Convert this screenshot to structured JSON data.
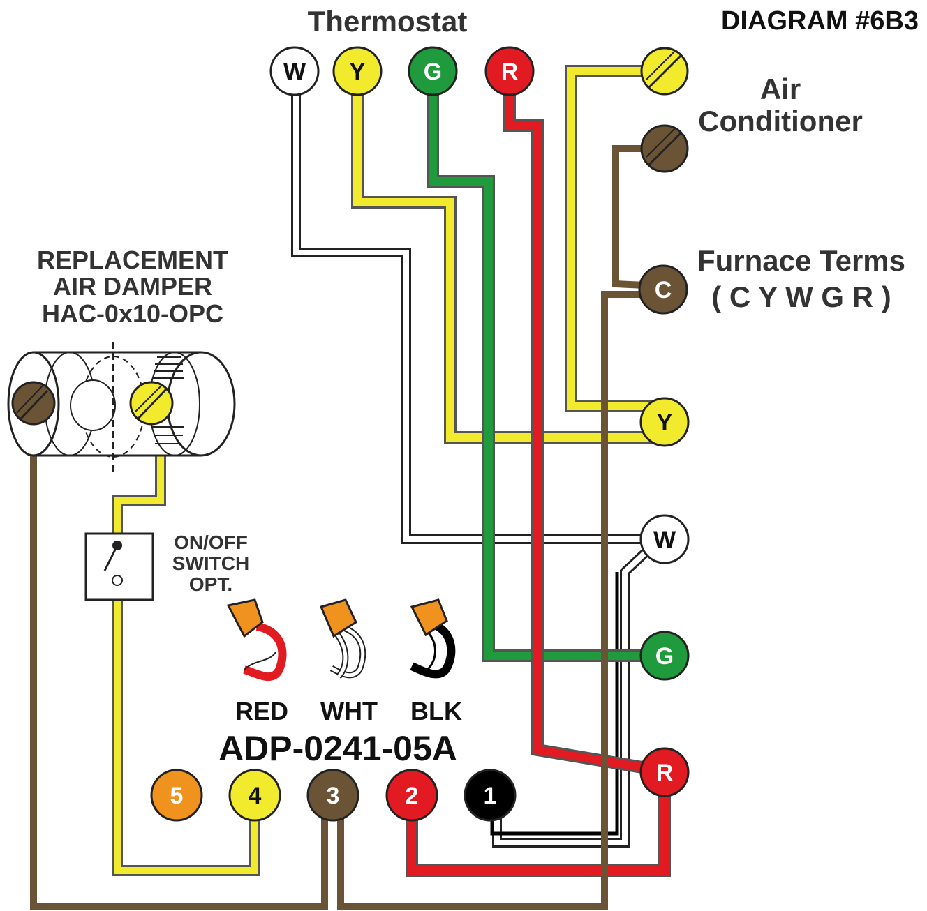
{
  "diagram_id": "DIAGRAM #6B3",
  "thermostat": {
    "title": "Thermostat",
    "terminals": [
      {
        "label": "W",
        "fill": "#ffffff",
        "text": "#111111"
      },
      {
        "label": "Y",
        "fill": "#f2ea2c",
        "text": "#111111"
      },
      {
        "label": "G",
        "fill": "#1f9a3c",
        "text": "#ffffff"
      },
      {
        "label": "R",
        "fill": "#e21b23",
        "text": "#ffffff"
      }
    ]
  },
  "air_conditioner": {
    "line1": "Air",
    "line2": "Conditioner"
  },
  "furnace": {
    "title": "Furnace Terms",
    "subtitle": "( C Y W G R )",
    "terminals": [
      {
        "label": "C",
        "fill": "#6b5436",
        "text": "#ffffff"
      },
      {
        "label": "Y",
        "fill": "#f2ea2c",
        "text": "#111111"
      },
      {
        "label": "W",
        "fill": "#ffffff",
        "text": "#111111"
      },
      {
        "label": "G",
        "fill": "#1f9a3c",
        "text": "#ffffff"
      },
      {
        "label": "R",
        "fill": "#e21b23",
        "text": "#ffffff"
      }
    ]
  },
  "damper": {
    "line1": "REPLACEMENT",
    "line2": "AIR DAMPER",
    "line3": "HAC-0x10-OPC"
  },
  "switch": {
    "line1": "ON/OFF",
    "line2": "SWITCH",
    "line3": "OPT."
  },
  "wire_nuts": [
    {
      "label": "RED",
      "wire_color": "#e21b23"
    },
    {
      "label": "WHT",
      "wire_color": "#ffffff"
    },
    {
      "label": "BLK",
      "wire_color": "#000000"
    }
  ],
  "adapter": {
    "model": "ADP-0241-05A",
    "terminals": [
      {
        "label": "5",
        "fill": "#f0921e",
        "text": "#ffffff"
      },
      {
        "label": "4",
        "fill": "#f2ea2c",
        "text": "#111111"
      },
      {
        "label": "3",
        "fill": "#6b5436",
        "text": "#ffffff"
      },
      {
        "label": "2",
        "fill": "#e21b23",
        "text": "#ffffff"
      },
      {
        "label": "1",
        "fill": "#000000",
        "text": "#ffffff"
      }
    ]
  },
  "colors": {
    "yellow": "#f2ea2c",
    "green": "#1f9a3c",
    "red": "#e21b23",
    "brown": "#6b5436",
    "black": "#000000",
    "white": "#ffffff",
    "orange": "#f0921e"
  }
}
